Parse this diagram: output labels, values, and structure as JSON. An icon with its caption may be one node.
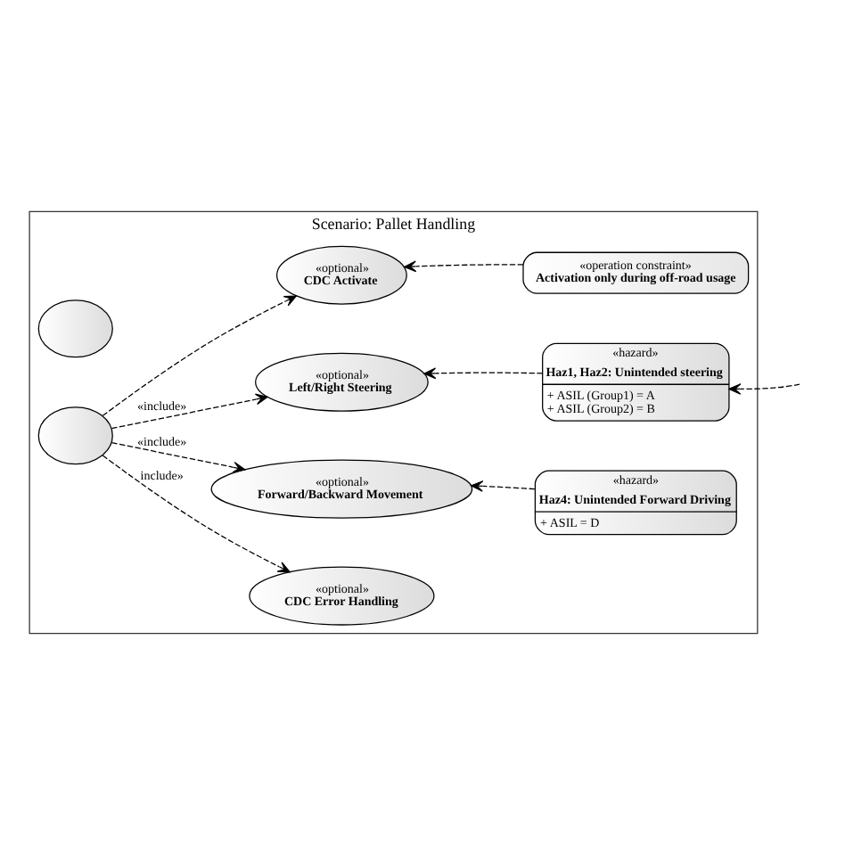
{
  "diagram": {
    "nodes": [
      {
        "text": [
          "Scenario: Pallet Handling"
        ]
      },
      {
        "text": [],
        "shape": "ellipse",
        "in": 0
      },
      {
        "text": [],
        "shape": "ellipse",
        "in": 0
      },
      {
        "text": [
          "«optional»",
          "CDC Activate"
        ],
        "in": 0
      },
      {
        "text": [
          "«optional»",
          "Left/Right Steering"
        ],
        "in": 0
      },
      {
        "text": [
          "«optional»",
          "Forward/Backward Movement"
        ],
        "in": 0
      },
      {
        "text": [
          "«optional»",
          "CDC Error Handling"
        ],
        "in": 0
      },
      {
        "text": [
          "«operation constraint»",
          "Activation only during off-road usage"
        ],
        "in": 0
      },
      {
        "text": [
          "«hazard»",
          "Haz1, Haz2: Unintended steering",
          "+ ASIL (Group1) = A",
          "+ ASIL (Group2) = B"
        ],
        "in": 0
      },
      {
        "text": [
          "«hazard»",
          "Haz4: Unintended Forward Driving",
          "+ ASIL = D"
        ],
        "in": 0
      }
    ],
    "edges": [
      {
        "from": 2,
        "to": 3,
        "arrow": "to",
        "style": "dashed"
      },
      {
        "from": 2,
        "to": 4,
        "label": "«include»",
        "arrow": "to",
        "style": "dashed"
      },
      {
        "from": 2,
        "to": 5,
        "label": "«include»",
        "arrow": "to",
        "style": "dashed"
      },
      {
        "from": 2,
        "to": 6,
        "label": "include»",
        "arrow": "to",
        "style": "dashed"
      },
      {
        "from": 7,
        "to": 3,
        "arrow": "to",
        "style": "dashed"
      },
      {
        "from": 8,
        "to": 4,
        "arrow": "to",
        "style": "dashed"
      },
      {
        "from": 9,
        "to": 5,
        "arrow": "to",
        "style": "dashed"
      },
      {
        "from": null,
        "to": 8,
        "arrow": "to",
        "style": "dashed"
      }
    ]
  }
}
